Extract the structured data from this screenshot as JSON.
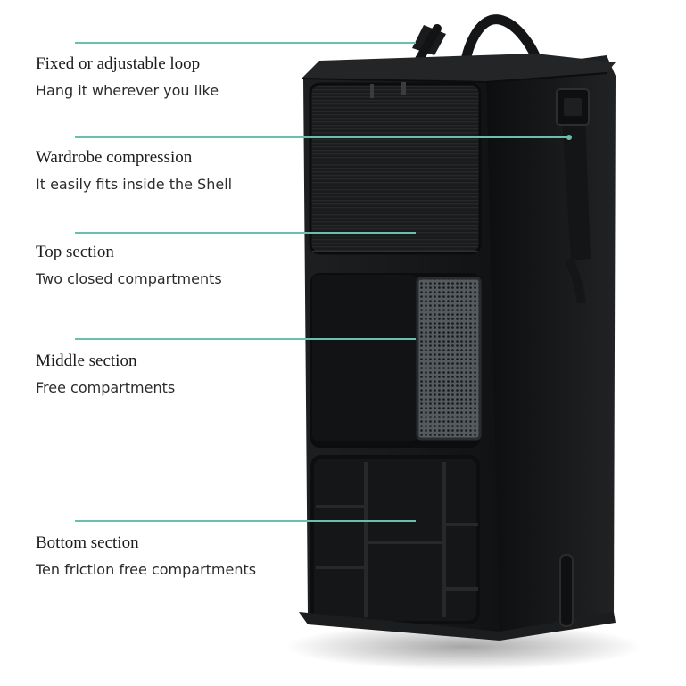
{
  "accent_color": "#6bbfae",
  "features": [
    {
      "title": "Fixed or adjustable loop",
      "description": "Hang it wherever you like"
    },
    {
      "title": "Wardrobe compression",
      "description": "It easily fits inside the Shell"
    },
    {
      "title": "Top section",
      "description": "Two closed compartments"
    },
    {
      "title": "Middle section",
      "description": "Free compartments"
    },
    {
      "title": "Bottom section",
      "description": "Ten friction free compartments"
    }
  ]
}
